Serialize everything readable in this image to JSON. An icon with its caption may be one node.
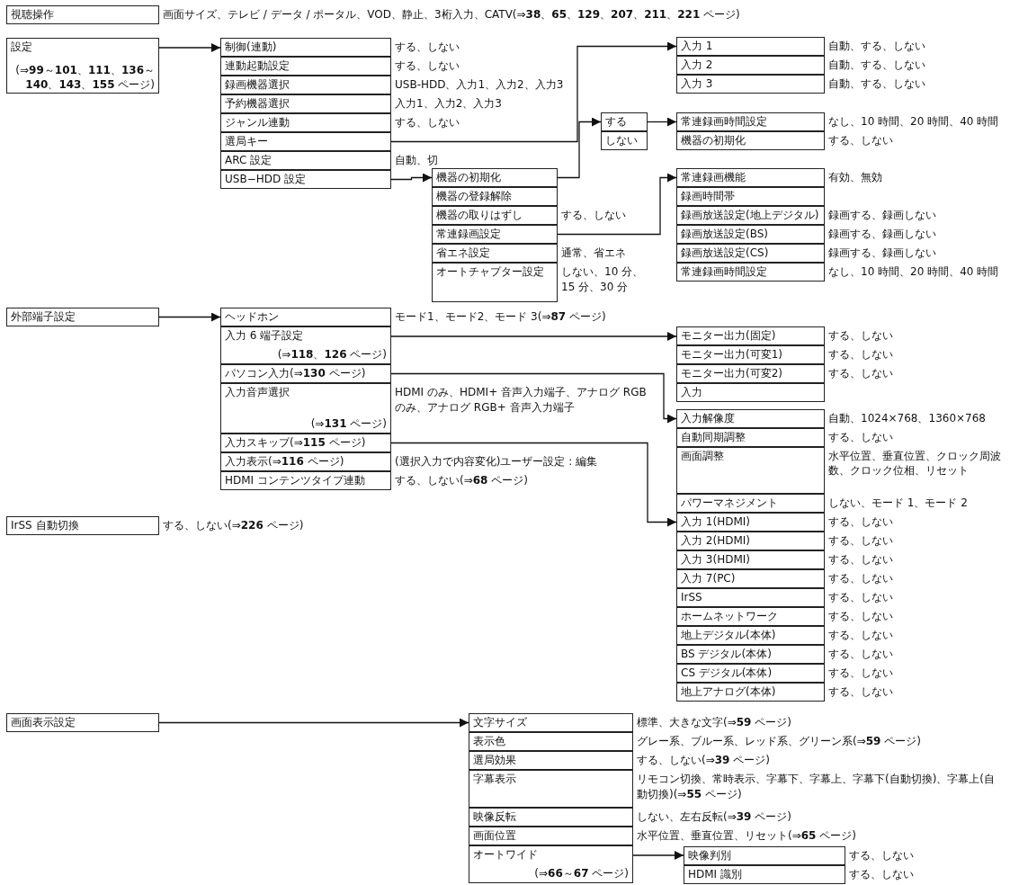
{
  "diagram": {
    "nodes": [
      {
        "text": [
          "視聴操作"
        ],
        "beside": [
          "画面サイズ、テレビ / データ / ポータル、VOD、静止、3桁入力、CATV(⇒**38**、**65**、**129**、**207**、**211**、**221** ページ)"
        ]
      },
      {
        "text": [
          "設定",
          "(⇒**99**～**101**、**111**、**136**～**140**、**143**、**155** ページ)"
        ]
      },
      {
        "text": [
          "制御(連動)"
        ],
        "beside": [
          "する、しない"
        ]
      },
      {
        "text": [
          "連動起動設定"
        ],
        "beside": [
          "する、しない"
        ]
      },
      {
        "text": [
          "録画機器選択"
        ],
        "beside": [
          "USB-HDD、入力1、入力2、入力3"
        ]
      },
      {
        "text": [
          "予約機器選択"
        ],
        "beside": [
          "入力1、入力2、入力3"
        ]
      },
      {
        "text": [
          "ジャンル連動"
        ],
        "beside": [
          "する、しない"
        ]
      },
      {
        "text": [
          "選局キー"
        ]
      },
      {
        "text": [
          "ARC 設定"
        ],
        "beside": [
          "自動、切"
        ]
      },
      {
        "text": [
          "USB−HDD 設定"
        ]
      },
      {
        "text": [
          "機器の初期化"
        ]
      },
      {
        "text": [
          "機器の登録解除"
        ]
      },
      {
        "text": [
          "機器の取りはずし"
        ],
        "beside": [
          "する、しない"
        ]
      },
      {
        "text": [
          "常連録画設定"
        ]
      },
      {
        "text": [
          "省エネ設定"
        ],
        "beside": [
          "通常、省エネ"
        ]
      },
      {
        "text": [
          "オートチャプター設定"
        ],
        "beside": [
          "しない、10 分、15 分、30 分"
        ]
      },
      {
        "text": [
          "する"
        ]
      },
      {
        "text": [
          "しない"
        ]
      },
      {
        "text": [
          "入力 1"
        ],
        "beside": [
          "自動、する、しない"
        ]
      },
      {
        "text": [
          "入力 2"
        ],
        "beside": [
          "自動、する、しない"
        ]
      },
      {
        "text": [
          "入力 3"
        ],
        "beside": [
          "自動、する、しない"
        ]
      },
      {
        "text": [
          "常連録画時間設定"
        ],
        "beside": [
          "なし、10 時間、20 時間、40 時間"
        ]
      },
      {
        "text": [
          "機器の初期化"
        ],
        "beside": [
          "する、しない"
        ]
      },
      {
        "text": [
          "常連録画機能"
        ],
        "beside": [
          "有効、無効"
        ]
      },
      {
        "text": [
          "録画時間帯"
        ]
      },
      {
        "text": [
          "録画放送設定(地上デジタル)"
        ],
        "beside": [
          "録画する、録画しない"
        ]
      },
      {
        "text": [
          "録画放送設定(BS)"
        ],
        "beside": [
          "録画する、録画しない"
        ]
      },
      {
        "text": [
          "録画放送設定(CS)"
        ],
        "beside": [
          "録画する、録画しない"
        ]
      },
      {
        "text": [
          "常連録画時間設定"
        ],
        "beside": [
          "なし、10 時間、20 時間、40 時間"
        ]
      },
      {
        "text": [
          "外部端子設定"
        ]
      },
      {
        "text": [
          "ヘッドホン"
        ],
        "beside": [
          "モード1、モード2、モード 3(⇒**87** ページ)"
        ]
      },
      {
        "text": [
          "入力 6 端子設定",
          "(⇒**118**、**126** ページ)"
        ]
      },
      {
        "text": [
          "パソコン入力(⇒**130** ページ)"
        ]
      },
      {
        "text": [
          "入力音声選択",
          "(⇒**131** ページ)"
        ],
        "beside": [
          "HDMI のみ、HDMI+ 音声入力端子、アナログ RGB のみ、アナログ RGB+ 音声入力端子"
        ]
      },
      {
        "text": [
          "入力スキップ(⇒**115** ページ)"
        ]
      },
      {
        "text": [
          "入力表示(⇒**116** ページ)"
        ],
        "beside": [
          "(選択入力で内容変化)ユーザー設定 : 編集"
        ]
      },
      {
        "text": [
          "HDMI コンテンツタイプ連動"
        ],
        "beside": [
          "する、しない(⇒**68** ページ)"
        ]
      },
      {
        "text": [
          "モニター出力(固定)"
        ],
        "beside": [
          "する、しない"
        ]
      },
      {
        "text": [
          "モニター出力(可変1)"
        ],
        "beside": [
          "する、しない"
        ]
      },
      {
        "text": [
          "モニター出力(可変2)"
        ],
        "beside": [
          "する、しない"
        ]
      },
      {
        "text": [
          "入力"
        ]
      },
      {
        "text": [
          "入力解像度"
        ],
        "beside": [
          "自動、1024×768、1360×768"
        ]
      },
      {
        "text": [
          "自動同期調整"
        ],
        "beside": [
          "する、しない"
        ]
      },
      {
        "text": [
          "画面調整"
        ],
        "beside": [
          "水平位置、垂直位置、クロック周波数、クロック位相、リセット"
        ]
      },
      {
        "text": [
          "パワーマネジメント"
        ],
        "beside": [
          "しない、モード 1、モード 2"
        ]
      },
      {
        "text": [
          "入力 1(HDMI)"
        ],
        "beside": [
          "する、しない"
        ]
      },
      {
        "text": [
          "入力 2(HDMI)"
        ],
        "beside": [
          "する、しない"
        ]
      },
      {
        "text": [
          "入力 3(HDMI)"
        ],
        "beside": [
          "する、しない"
        ]
      },
      {
        "text": [
          "入力 7(PC)"
        ],
        "beside": [
          "する、しない"
        ]
      },
      {
        "text": [
          "IrSS"
        ],
        "beside": [
          "する、しない"
        ]
      },
      {
        "text": [
          "ホームネットワーク"
        ],
        "beside": [
          "する、しない"
        ]
      },
      {
        "text": [
          "地上デジタル(本体)"
        ],
        "beside": [
          "する、しない"
        ]
      },
      {
        "text": [
          "BS デジタル(本体)"
        ],
        "beside": [
          "する、しない"
        ]
      },
      {
        "text": [
          "CS デジタル(本体)"
        ],
        "beside": [
          "する、しない"
        ]
      },
      {
        "text": [
          "地上アナログ(本体)"
        ],
        "beside": [
          "する、しない"
        ]
      },
      {
        "text": [
          "IrSS 自動切換"
        ],
        "beside": [
          "する、しない(⇒**226** ページ)"
        ]
      },
      {
        "text": [
          "画面表示設定"
        ]
      },
      {
        "text": [
          "文字サイズ"
        ],
        "beside": [
          "標準、大きな文字(⇒**59** ページ)"
        ]
      },
      {
        "text": [
          "表示色"
        ],
        "beside": [
          "グレー系、ブルー系、レッド系、グリーン系(⇒**59** ページ)"
        ]
      },
      {
        "text": [
          "選局効果"
        ],
        "beside": [
          "する、しない(⇒**39** ページ)"
        ]
      },
      {
        "text": [
          "字幕表示"
        ],
        "beside": [
          "リモコン切換、常時表示、字幕下、字幕上、字幕下(自動切換)、字幕上(自動切換)(⇒**55** ページ)"
        ]
      },
      {
        "text": [
          "映像反転"
        ],
        "beside": [
          "しない、左右反転(⇒**39** ページ)"
        ]
      },
      {
        "text": [
          "画面位置"
        ],
        "beside": [
          "水平位置、垂直位置、リセット(⇒**65** ページ)"
        ]
      },
      {
        "text": [
          "オートワイド",
          "(⇒**66**～**67** ページ)"
        ]
      },
      {
        "text": [
          "映像判別"
        ],
        "beside": [
          "する、しない"
        ]
      },
      {
        "text": [
          "HDMI 識別"
        ],
        "beside": [
          "する、しない"
        ]
      }
    ],
    "edges": [
      {
        "from": 1,
        "to": 2,
        "arrow": "to"
      },
      {
        "from": 7,
        "to": 18,
        "arrow": "to"
      },
      {
        "from": 9,
        "to": 10,
        "arrow": "to"
      },
      {
        "from": 10,
        "to": 16,
        "arrow": "to"
      },
      {
        "from": 16,
        "to": 21,
        "arrow": "to"
      },
      {
        "from": 13,
        "to": 23,
        "arrow": "to"
      },
      {
        "from": 29,
        "to": 30,
        "arrow": "to"
      },
      {
        "from": 31,
        "to": 37,
        "arrow": "to"
      },
      {
        "from": 32,
        "to": 41,
        "arrow": "to"
      },
      {
        "from": 34,
        "to": 45,
        "arrow": "to"
      },
      {
        "from": 56,
        "to": 57,
        "arrow": "to"
      },
      {
        "from": 63,
        "to": 64,
        "arrow": "to"
      }
    ]
  }
}
